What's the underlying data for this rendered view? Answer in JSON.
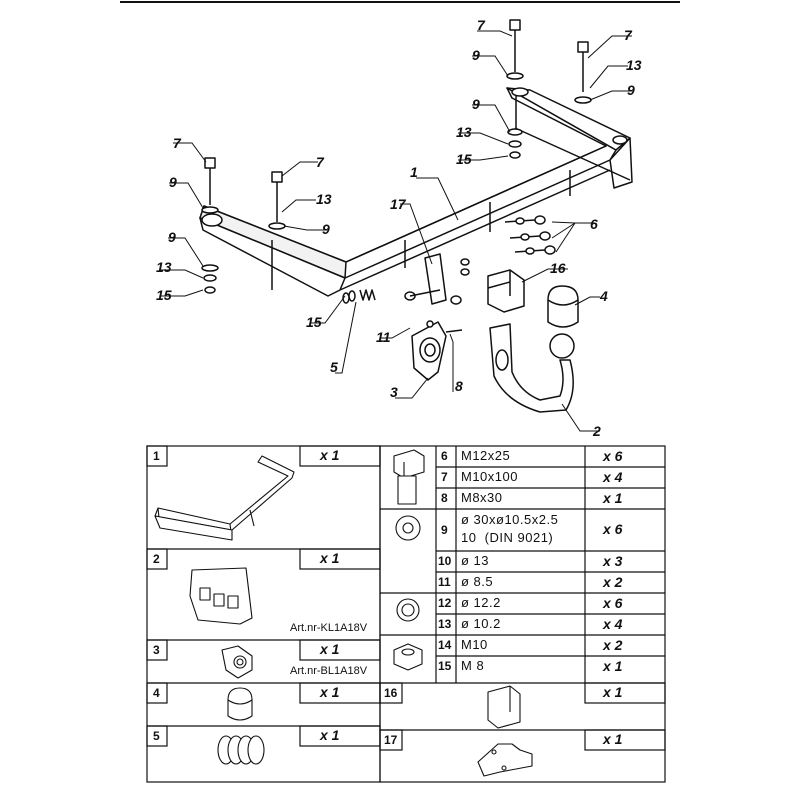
{
  "callouts": {
    "c1": "1",
    "c2": "2",
    "c3": "3",
    "c4": "4",
    "c5": "5",
    "c6": "6",
    "c7a": "7",
    "c7b": "7",
    "c7c": "7",
    "c7d": "7",
    "c8": "8",
    "c9a": "9",
    "c9b": "9",
    "c9c": "9",
    "c9d": "9",
    "c9e": "9",
    "c9f": "9",
    "c11": "11",
    "c13a": "13",
    "c13b": "13",
    "c13c": "13",
    "c13d": "13",
    "c15a": "15",
    "c15b": "15",
    "c15c": "15",
    "c16": "16",
    "c17": "17"
  },
  "parts_list": {
    "left": [
      {
        "num": "1",
        "qty": "x 1"
      },
      {
        "num": "2",
        "qty": "x 1",
        "art_nr": "Art.nr-KL1A18V"
      },
      {
        "num": "3",
        "qty": "x 1",
        "art_nr": "Art.nr-BL1A18V"
      },
      {
        "num": "4",
        "qty": "x 1"
      },
      {
        "num": "5",
        "qty": "x 1"
      }
    ],
    "right": [
      {
        "num": "6",
        "spec": "M12x25",
        "qty": "x 6"
      },
      {
        "num": "7",
        "spec": "M10x100",
        "qty": "x 4"
      },
      {
        "num": "8",
        "spec": "M8x30",
        "qty": "x 1"
      },
      {
        "num": "9",
        "spec": "ø 30xø10.5x2.5",
        "spec2": "10  (DIN 9021)",
        "qty": "x 6"
      },
      {
        "num": "10",
        "spec": "ø 13",
        "qty": "x 3"
      },
      {
        "num": "11",
        "spec": "ø 8.5",
        "qty": "x 2"
      },
      {
        "num": "12",
        "spec": "ø 12.2",
        "qty": "x 6"
      },
      {
        "num": "13",
        "spec": "ø 10.2",
        "qty": "x 4"
      },
      {
        "num": "14",
        "spec": "M10",
        "qty": "x 2"
      },
      {
        "num": "15",
        "spec": "M 8",
        "qty": "x 1"
      },
      {
        "num": "16",
        "qty": "x 1"
      },
      {
        "num": "17",
        "qty": "x 1"
      }
    ]
  }
}
